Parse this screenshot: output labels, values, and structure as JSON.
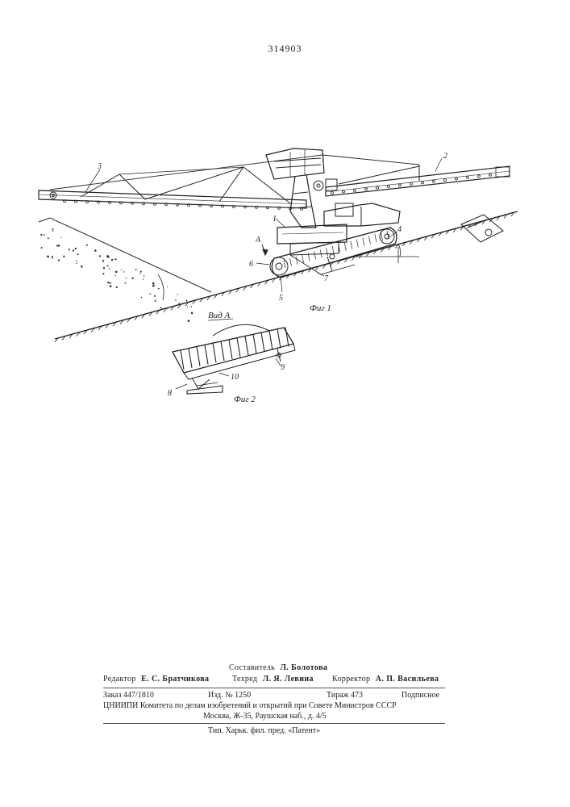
{
  "header": {
    "patent_number": "314903"
  },
  "figure": {
    "view_label": "Вид А",
    "arrow_label": "А",
    "fig1_caption": "Фиг 1",
    "fig2_caption": "Фиг 2",
    "ref_numbers": [
      "1",
      "2",
      "3",
      "4",
      "5",
      "6",
      "7",
      "8",
      "9",
      "10"
    ]
  },
  "imprint": {
    "compiler_label": "Составитель",
    "compiler_name": "Л. Болотова",
    "editor_label": "Редактор",
    "editor_name": "Е. С. Братчикова",
    "techred_label": "Техред",
    "techred_name": "Л. Я. Левина",
    "corrector_label": "Корректор",
    "corrector_name": "А. П. Васильева",
    "order": "Заказ 447/1810",
    "edition": "Изд. № 1250",
    "circulation": "Тираж 473",
    "subscription": "Подписное",
    "org_line": "ЦНИИПИ Комитета по делам изобретений и открытий при Совете Министров СССР",
    "address_line": "Москва, Ж-35, Раушская наб., д. 4/5",
    "printer_line": "Тип. Харьк. фил. пред. «Патент»"
  }
}
